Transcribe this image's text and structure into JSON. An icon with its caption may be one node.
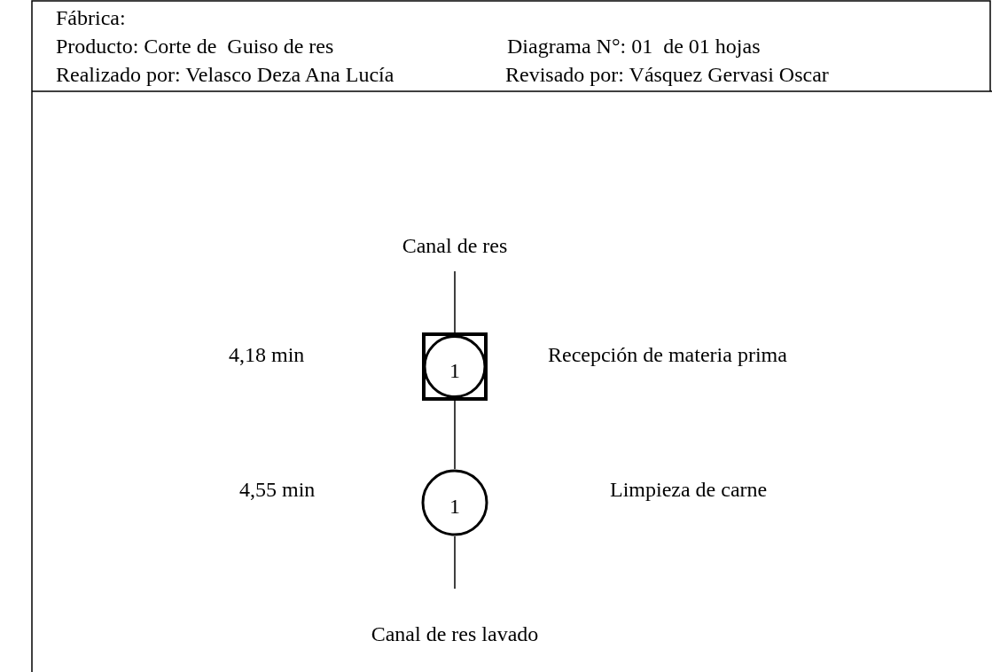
{
  "diagram": {
    "nodes": [
      {
        "text": [
          "Canal de res"
        ]
      },
      {
        "text": [
          "1"
        ]
      },
      {
        "text": [
          "1"
        ]
      },
      {
        "text": [
          "Canal de res lavado"
        ]
      }
    ],
    "edges": [
      {
        "from": 0,
        "to": 1,
        "arrow": "none"
      },
      {
        "from": 1,
        "to": 2,
        "arrow": "none"
      },
      {
        "from": 2,
        "to": 3,
        "arrow": "none"
      }
    ],
    "labels": [
      "Fábrica:",
      "Producto: Corte de  Guiso de res",
      "Diagrama N°: 01  de 01 hojas",
      "Realizado por: Velasco Deza Ana Lucía",
      "Revisado por: Vásquez Gervasi Oscar",
      "4,18 min",
      "Recepción de materia prima",
      "4,55 min",
      "Limpieza de carne"
    ]
  }
}
